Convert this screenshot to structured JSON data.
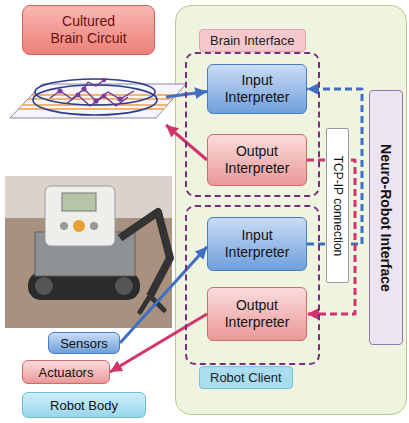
{
  "diagram": {
    "nodes": [
      {
        "text": [
          "Cultured Brain Circuit"
        ]
      },
      {
        "text": [
          "Neuro-Robot Interface"
        ]
      },
      {
        "text": [
          "Brain Interface"
        ],
        "in": 1
      },
      {
        "text": [
          "Input Interpreter"
        ],
        "in": 2
      },
      {
        "text": [
          "Output Interpreter"
        ],
        "in": 2
      },
      {
        "text": [
          "TCP-IP connection"
        ],
        "in": 1
      },
      {
        "text": [
          "Robot Client"
        ],
        "in": 1
      },
      {
        "text": [
          "Input Interpreter"
        ],
        "in": 6
      },
      {
        "text": [
          "Output Interpreter"
        ],
        "in": 6
      },
      {
        "text": [
          "Sensors"
        ]
      },
      {
        "text": [
          "Actuators"
        ]
      },
      {
        "text": [
          "Robot Body"
        ]
      }
    ],
    "edges": [
      {
        "from": 0,
        "to": 3,
        "arrow": "to"
      },
      {
        "from": 4,
        "to": 0,
        "arrow": "to"
      },
      {
        "from": 7,
        "to": 3,
        "arrow": "to"
      },
      {
        "from": 4,
        "to": 8,
        "arrow": "to"
      },
      {
        "from": 9,
        "to": 7,
        "arrow": "to"
      },
      {
        "from": 8,
        "to": 10,
        "arrow": "to"
      }
    ]
  }
}
